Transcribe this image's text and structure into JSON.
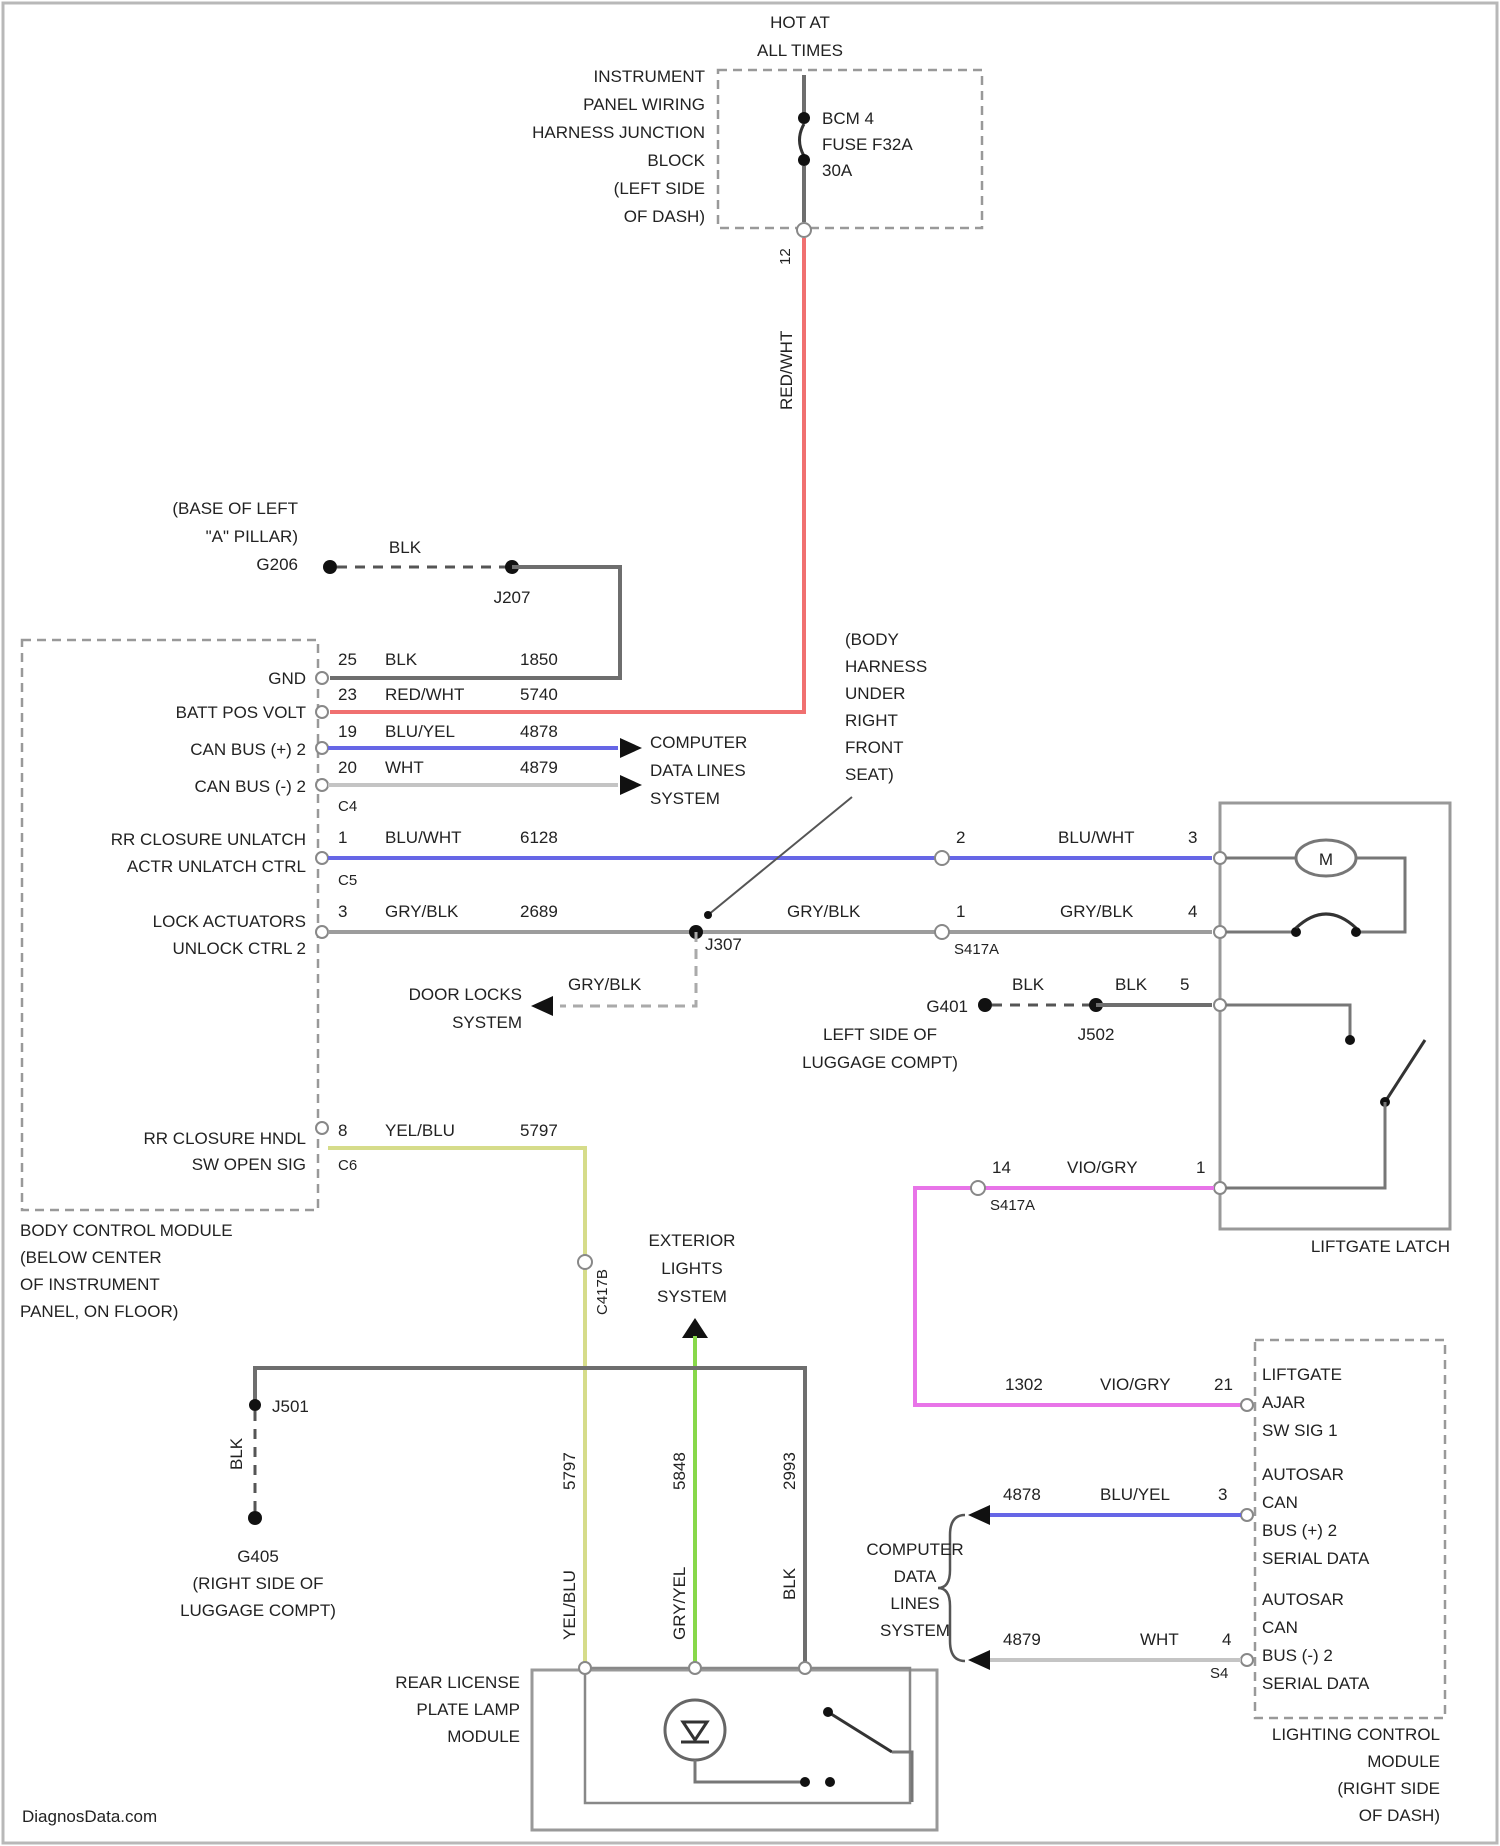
{
  "watermark": "DiagnosData.com",
  "power": {
    "hot_line1": "HOT AT",
    "hot_line2": "ALL TIMES",
    "jb_lines": [
      "INSTRUMENT",
      "PANEL WIRING",
      "HARNESS JUNCTION",
      "BLOCK",
      "(LEFT SIDE",
      "OF DASH)"
    ],
    "fuse_lines": [
      "BCM 4",
      "FUSE F32A",
      "30A"
    ],
    "pin": "12",
    "wire_color": "RED/WHT"
  },
  "ground_g206": {
    "lines": [
      "(BASE OF LEFT",
      "\"A\" PILLAR)",
      "G206"
    ],
    "wire": "BLK",
    "splice": "J207"
  },
  "bcm": {
    "pins": [
      {
        "label": "GND",
        "pin": "25",
        "color": "BLK",
        "circuit": "1850"
      },
      {
        "label": "BATT POS VOLT",
        "pin": "23",
        "color": "RED/WHT",
        "circuit": "5740"
      },
      {
        "label": "CAN BUS (+) 2",
        "pin": "19",
        "color": "BLU/YEL",
        "circuit": "4878"
      },
      {
        "label": "CAN BUS (-) 2",
        "pin": "20",
        "color": "WHT",
        "circuit": "4879"
      }
    ],
    "conn_c4": "C4",
    "unlatch_label": [
      "RR CLOSURE UNLATCH",
      "ACTR UNLATCH CTRL"
    ],
    "unlatch_pin": "1",
    "unlatch_color": "BLU/WHT",
    "unlatch_circuit": "6128",
    "conn_c5": "C5",
    "lock_label": [
      "LOCK ACTUATORS",
      "UNLOCK CTRL 2"
    ],
    "lock_pin": "3",
    "lock_color": "GRY/BLK",
    "lock_circuit": "2689",
    "hndl_label": [
      "RR CLOSURE HNDL",
      "SW OPEN SIG"
    ],
    "hndl_pin": "8",
    "hndl_color": "YEL/BLU",
    "hndl_circuit": "5797",
    "conn_c6": "C6",
    "name_lines": [
      "BODY CONTROL MODULE",
      "(BELOW CENTER",
      "OF INSTRUMENT",
      "PANEL, ON FLOOR)"
    ]
  },
  "computer_data_top": [
    "COMPUTER",
    "DATA LINES",
    "SYSTEM"
  ],
  "body_harness": [
    "(BODY",
    "HARNESS",
    "UNDER",
    "RIGHT",
    "FRONT",
    "SEAT)"
  ],
  "j307": "J307",
  "door_locks": {
    "lines": [
      "DOOR LOCKS",
      "SYSTEM"
    ],
    "wire": "GRY/BLK"
  },
  "latch_wires": {
    "mid_pin_2": "2",
    "blu_wht_right": "BLU/WHT",
    "latch_pin_3": "3",
    "mid_pin_1": "1",
    "gry_blk_mid": "GRY/BLK",
    "gry_blk_right": "GRY/BLK",
    "latch_pin_4": "4",
    "conn_mid": "S417A",
    "blk_a": "BLK",
    "blk_b": "BLK",
    "latch_pin_5": "5",
    "g401": "G401",
    "j502": "J502",
    "g401_loc": [
      "LEFT SIDE OF",
      "LUGGAGE COMPT)"
    ],
    "vio_pin_14": "14",
    "vio_color": "VIO/GRY",
    "latch_pin_1": "1",
    "conn_vio": "S417A"
  },
  "liftgate_latch": "LIFTGATE LATCH",
  "motor": "M",
  "exterior_lights": [
    "EXTERIOR",
    "LIGHTS",
    "SYSTEM"
  ],
  "c417_label": "C417B",
  "j501": "J501",
  "g405_wire": "BLK",
  "g405": [
    "G405",
    "(RIGHT SIDE OF",
    "LUGGAGE COMPT)"
  ],
  "lamp_wires": {
    "yel_circuit": "5797",
    "yel_color": "YEL/BLU",
    "grn_circuit": "5848",
    "grn_color": "GRY/YEL",
    "blk_circuit": "2993",
    "blk_color": "BLK"
  },
  "lamp_module": [
    "REAR LICENSE",
    "PLATE LAMP",
    "MODULE"
  ],
  "lcm": {
    "vio_circuit": "1302",
    "vio_color": "VIO/GRY",
    "vio_pin": "21",
    "lines_a": [
      "LIFTGATE",
      "AJAR",
      "SW SIG 1"
    ],
    "can_plus_circuit": "4878",
    "can_plus_color": "BLU/YEL",
    "can_plus_pin": "3",
    "lines_b": [
      "AUTOSAR",
      "CAN",
      "BUS (+) 2",
      "SERIAL DATA"
    ],
    "can_minus_circuit": "4879",
    "can_minus_color": "WHT",
    "can_minus_pin": "4",
    "can_minus_conn": "S4",
    "lines_c": [
      "AUTOSAR",
      "CAN",
      "BUS (-) 2",
      "SERIAL DATA"
    ],
    "name": [
      "LIGHTING CONTROL",
      "MODULE",
      "(RIGHT SIDE",
      "OF DASH)"
    ]
  },
  "computer_data_bottom": [
    "COMPUTER",
    "DATA",
    "LINES",
    "SYSTEM"
  ]
}
